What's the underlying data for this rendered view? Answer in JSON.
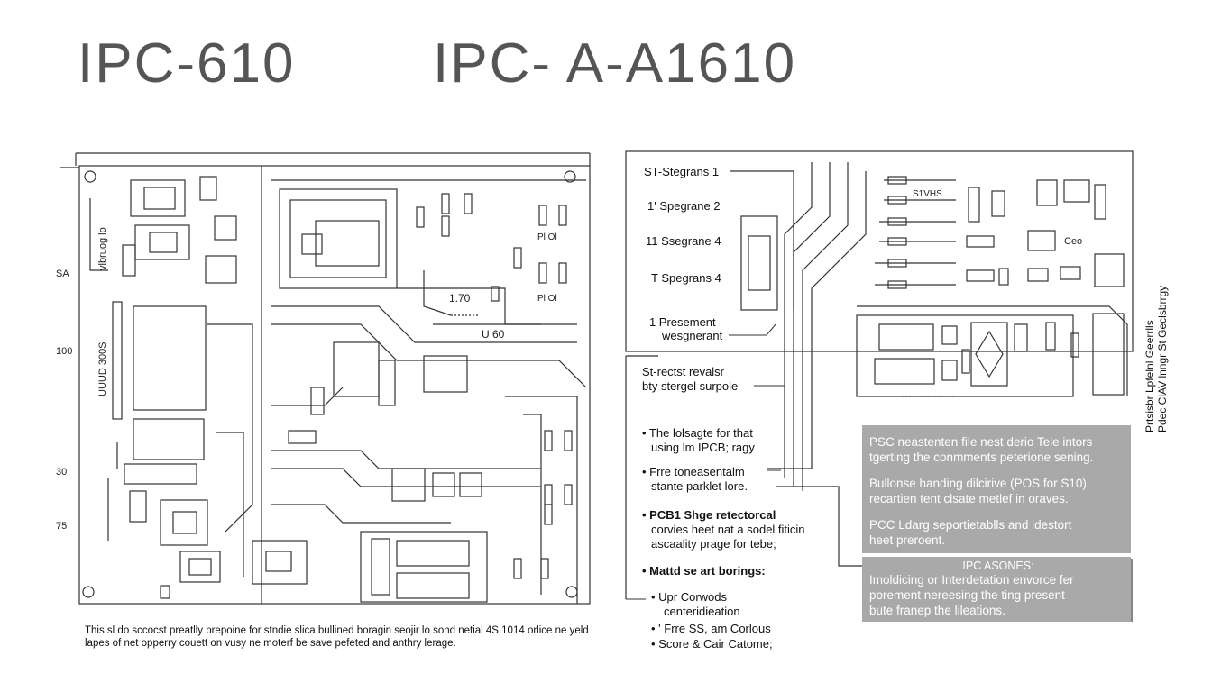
{
  "titles": {
    "left": "IPC-610",
    "right": "IPC- A-A1610"
  },
  "left_board": {
    "axis_labels": [
      "SA",
      "100",
      "30",
      "75"
    ],
    "side_labels": [
      "vlbruog lo",
      "UUUD 300S"
    ],
    "part_labels": [
      "Pl Ol",
      "Pl Ol",
      "1.70",
      "U 60"
    ],
    "caption": "This sl do sccocst preatlly prepoine for stndie slica bullined boragin seojir lo sond netial 4S 1014 orlice ne yeld lapes of net opperry couett on vusy ne moterf be save pefeted and anthry lerage."
  },
  "right_board": {
    "steps": [
      "ST-Stegrans 1",
      "1' Spegrane 2",
      "11 Ssegrane 4",
      "T Spegrans 4"
    ],
    "presement": [
      "- 1 Presement",
      "wesgnerant"
    ],
    "restrict": [
      "St-rectst revalsr",
      "bty stergel surpole"
    ],
    "bullets": [
      {
        "line1": "• The lolsagte for that",
        "line2": "using lm IPCB; ragy"
      },
      {
        "line1": "• Frre toneasentalm",
        "line2": "stante parklet lore."
      }
    ],
    "pcb_title": "• PCB1 Shge retectorcal",
    "pcb_text": [
      "corvies heet nat a sodel fiticin",
      "ascaality prage for tebe;"
    ],
    "matd_title": "• Mattd se art borings:",
    "matd_items": [
      "• Upr Corwods",
      "centeridieation",
      "• ' Frre SS, am Corlous",
      "• Score & Cair Catome;"
    ],
    "gray_box_1": [
      "PSC neastenten file nest derio Tele intors",
      "tgerting the conmments peterione sening.",
      "Bullonse handing dilcirive (POS for S10)",
      "recartien tent clsate metlef in oraves.",
      "PCC Ldarg seportietablls and idestort",
      "heet preroent."
    ],
    "gray_box_2_title": "IPC ASONES:",
    "gray_box_2": [
      "Imoldicing or Interdetation envorce fer",
      "porement nereesing the ting present",
      "bute franep the lileations."
    ],
    "vertical_side_text": [
      "Prtsisbr Lpfelnl Geerrlls",
      "Pdec ClAV lnngr St Geclsbrrgy"
    ],
    "part_labels": [
      "S1VHS",
      "Ceo"
    ]
  },
  "colors": {
    "line": "#333333",
    "gray_box": "#a9a9a9",
    "title": "#555555"
  }
}
